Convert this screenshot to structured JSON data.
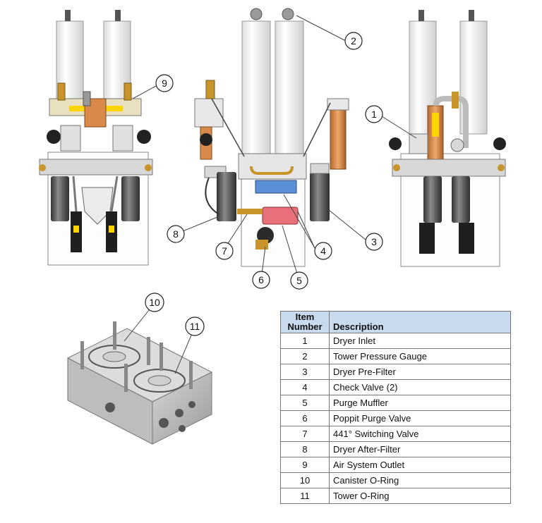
{
  "callouts": [
    "1",
    "2",
    "3",
    "4",
    "5",
    "6",
    "7",
    "8",
    "9",
    "10",
    "11"
  ],
  "table": {
    "header_item": "Item",
    "header_number": "Number",
    "header_description": "Description",
    "rows": [
      {
        "num": "1",
        "desc": "Dryer Inlet"
      },
      {
        "num": "2",
        "desc": "Tower Pressure Gauge"
      },
      {
        "num": "3",
        "desc": "Dryer Pre-Filter"
      },
      {
        "num": "4",
        "desc": "Check Valve (2)"
      },
      {
        "num": "5",
        "desc": "Purge Muffler"
      },
      {
        "num": "6",
        "desc": "Poppit Purge Valve"
      },
      {
        "num": "7",
        "desc": "441° Switching Valve"
      },
      {
        "num": "8",
        "desc": "Dryer After-Filter"
      },
      {
        "num": "9",
        "desc": "Air System Outlet"
      },
      {
        "num": "10",
        "desc": "Canister O-Ring"
      },
      {
        "num": "11",
        "desc": "Tower O-Ring"
      }
    ]
  },
  "colors": {
    "tower": "#f2f2f2",
    "brass": "#c8952c",
    "yellow": "#ffd400",
    "copper": "#d98a4a",
    "blue": "#5b8fd6",
    "muffler": "#e8707a",
    "dark": "#2b2b2b",
    "table_header": "#c9d9ee"
  }
}
